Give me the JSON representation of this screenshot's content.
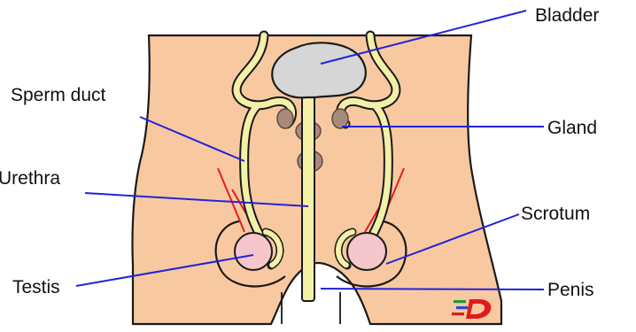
{
  "diagram": {
    "labels": {
      "bladder": "Bladder",
      "sperm_duct": "Sperm duct",
      "gland": "Gland",
      "urethra": "Urethra",
      "scrotum": "Scrotum",
      "testis": "Testis",
      "penis": "Penis"
    },
    "colors": {
      "skin": "#f8c9a0",
      "outline": "#1a1a1a",
      "bladder": "#d6d6d6",
      "duct": "#f3f0a8",
      "gland": "#a88a7a",
      "testis": "#f5c6cc",
      "vessel": "#e51c1c",
      "pointer": "#2323d8"
    },
    "logo": {
      "text": "ED",
      "colors": [
        "#1a9a3a",
        "#1e4fd0",
        "#e11b1b"
      ]
    }
  }
}
